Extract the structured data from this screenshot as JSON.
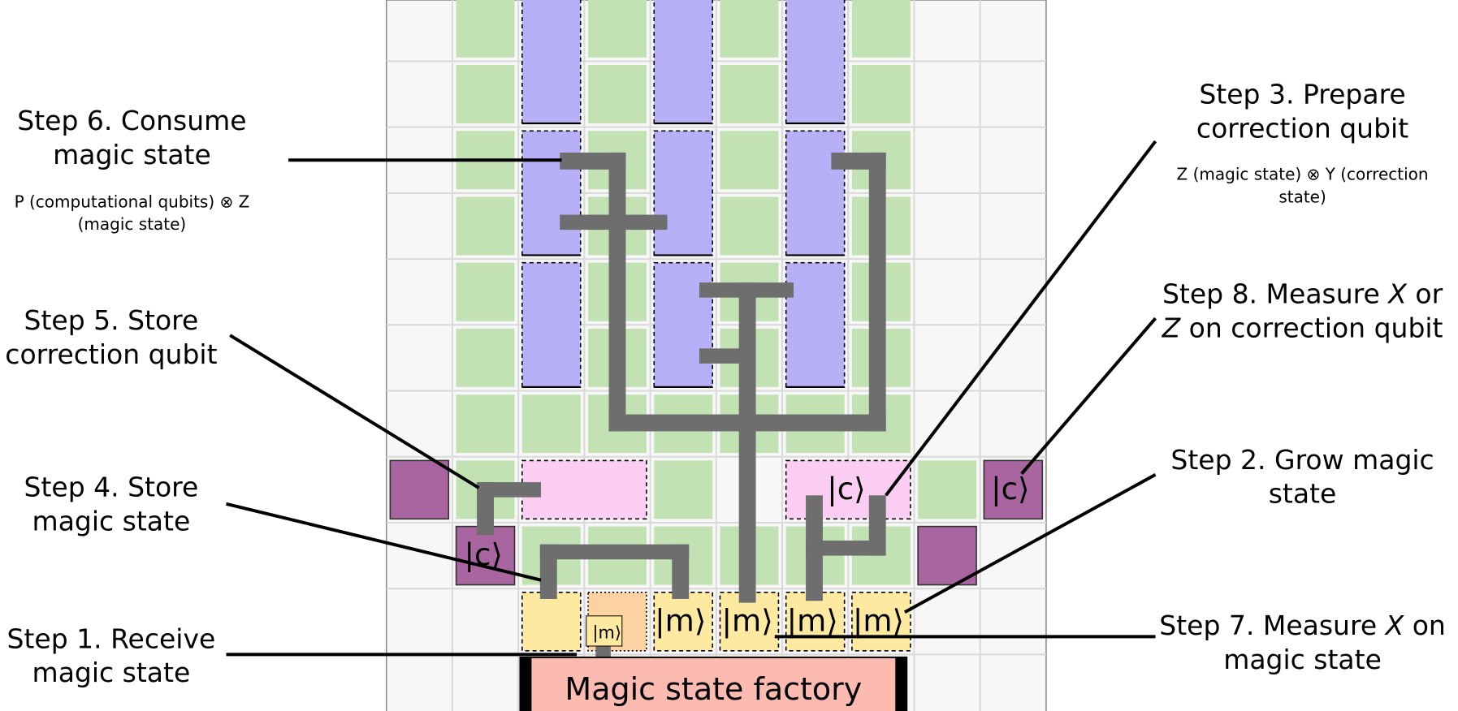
{
  "factory_label": "Magic state factory",
  "kets": {
    "magic": "|m⟩",
    "correction": "|c⟩"
  },
  "steps": {
    "step1": {
      "title_lines": [
        "Step 1. Receive",
        "magic state"
      ]
    },
    "step2": {
      "title_lines": [
        "Step 2. Grow magic",
        "state"
      ]
    },
    "step3": {
      "title_lines": [
        "Step 3. Prepare",
        "correction qubit"
      ],
      "sub_lines": [
        "Z (magic state) ⊗ Y (correction",
        "state)"
      ]
    },
    "step4": {
      "title_lines": [
        "Step 4. Store",
        "magic state"
      ]
    },
    "step5": {
      "title_lines": [
        "Step 5. Store",
        "correction qubit"
      ]
    },
    "step6": {
      "title_lines": [
        "Step 6. Consume",
        "magic state"
      ],
      "sub_lines": [
        "P (computational qubits) ⊗ Z",
        "(magic state)"
      ]
    },
    "step7": {
      "title_lines": [
        "Step 7. Measure X on",
        "magic state"
      ]
    },
    "step8": {
      "title_lines": [
        "Step 8. Measure X or",
        "Z on correction qubit"
      ]
    }
  },
  "colors": {
    "grid_bg": "#f7f7f7",
    "grid_line": "#d9d9d9",
    "green_tile": "#c2e2b4",
    "purple_tile": "#b8b0f6",
    "pink_tile": "#fccdf2",
    "dark_purple_tile": "#a8659f",
    "yellow_tile": "#fde9a0",
    "orange_tile": "#fdd2a2",
    "factory": "#fbbbb0",
    "route": "#6e6e6e"
  }
}
